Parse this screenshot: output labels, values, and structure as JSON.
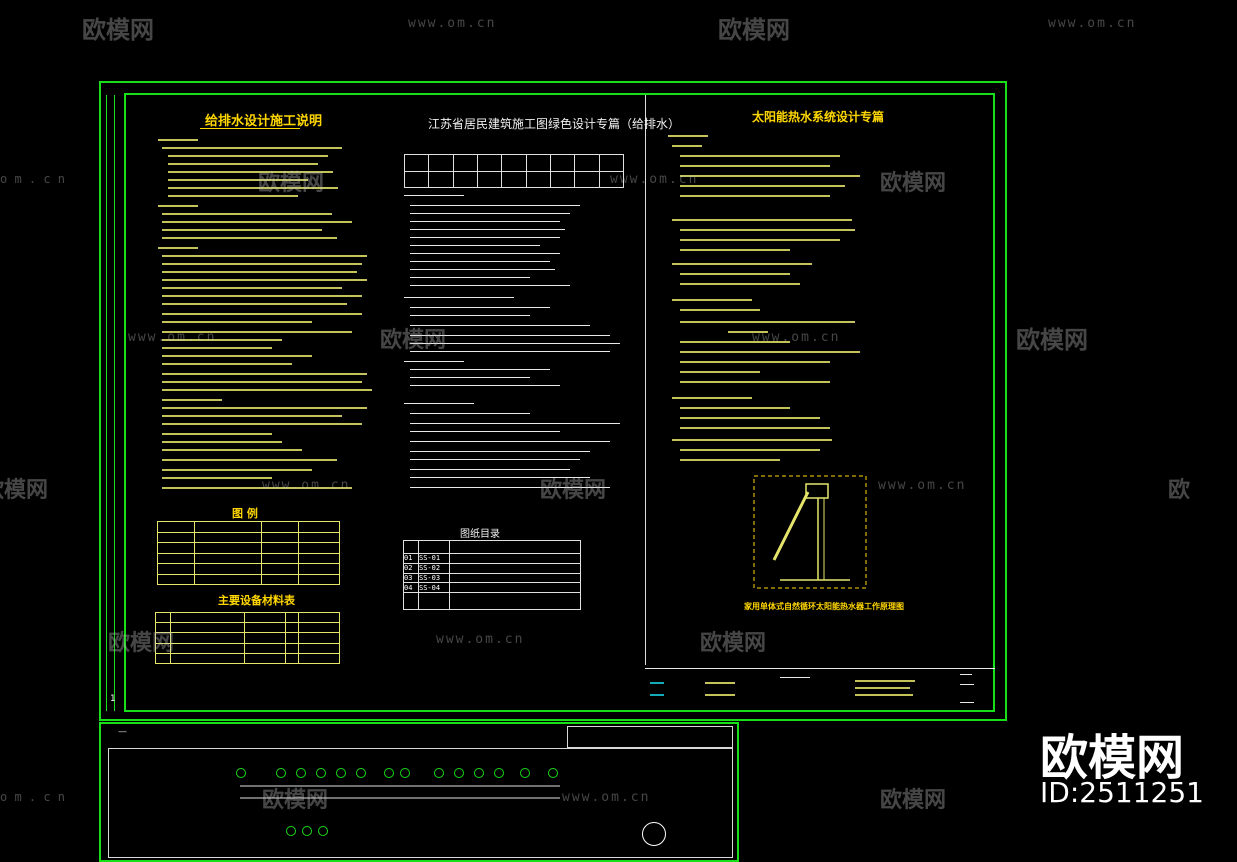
{
  "watermark": {
    "brand": "欧模网",
    "url": "www.om.cn",
    "url_short": "o m . c n",
    "brand_left_cut": "欧模网",
    "brand_right_cut": "欧"
  },
  "sheet": {
    "left_title": "给排水设计施工说明",
    "center_title": "江苏省居民建筑施工图绿色设计专篇（给排水）",
    "right_title": "太阳能热水系统设计专篇",
    "legend_title": "图  例",
    "equipment_title": "主要设备材料表",
    "drawing_list_title": "图纸目录",
    "figure_caption": "家用单体式自然循环太阳能热水器工作原理图",
    "margin_mark": "1",
    "lower_mark": "—"
  },
  "drawing_list": {
    "rows": [
      {
        "no": "01",
        "code": "SS-01"
      },
      {
        "no": "02",
        "code": "SS-02"
      },
      {
        "no": "03",
        "code": "SS-03"
      },
      {
        "no": "04",
        "code": "SS-04"
      }
    ]
  },
  "overlay": {
    "brand": "欧模网",
    "id": "ID:2511251"
  },
  "colors": {
    "background": "#000000",
    "frame": "#18e018",
    "text_yellow": "#ffd700",
    "cad_white": "#f2f2f2"
  }
}
